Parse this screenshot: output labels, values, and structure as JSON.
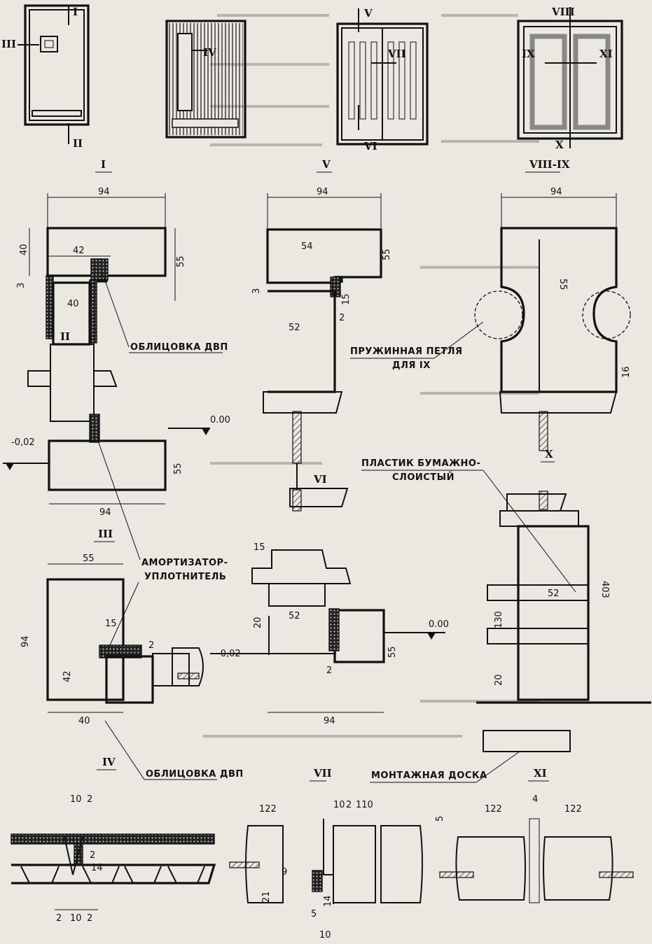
{
  "sections": {
    "s1": "I",
    "s2": "II",
    "s3": "III",
    "s4": "IV",
    "s5": "V",
    "s6": "VI",
    "s7": "VII",
    "s8": "VIII",
    "s9": "IX",
    "s10": "X",
    "s11": "XI",
    "s89": "VIII-IX"
  },
  "labels": {
    "facing_dvp_1": "ОБЛИЦОВКА ДВП",
    "facing_dvp_2": "ОБЛИЦОВКА ДВП",
    "shock_1": "АМОРТИЗАТОР-",
    "shock_2": "УПЛОТНИТЕЛЬ",
    "spring_1": "ПРУЖИННАЯ ПЕТЛЯ",
    "spring_2": "ДЛЯ IX",
    "plastic_1": "ПЛАСТИК БУМАЖНО-",
    "plastic_2": "СЛОИСТЫЙ",
    "board": "МОНТАЖНАЯ ДОСКА"
  },
  "dims": {
    "d94a": "94",
    "d94b": "94",
    "d94c": "94",
    "d94d": "94",
    "d94e": "94",
    "d94f": "94",
    "d42a": "42",
    "d42b": "42",
    "d40a": "40",
    "d40b": "40",
    "d40c": "40",
    "d55a": "55",
    "d55b": "55",
    "d55c": "55",
    "d55d": "55",
    "d55e": "55",
    "d55f": "55",
    "d54": "54",
    "d52a": "52",
    "d52b": "52",
    "d52c": "52",
    "d15a": "15",
    "d15b": "15",
    "d15c": "15",
    "d16": "16",
    "d3a": "3",
    "d3b": "3",
    "d20a": "20",
    "d20b": "20",
    "d2a": "2",
    "d2b": "2",
    "d2c": "2",
    "d130": "130",
    "d403": "403",
    "lvl0a": "0.00",
    "lvl0b": "0.00",
    "lvlma": "-0,02",
    "lvlmb": "-0,02",
    "d122a": "122",
    "d122b": "122",
    "d122c": "122",
    "d110": "110",
    "d10a": "10",
    "d10b": "10",
    "d10c": "10",
    "d10d": "10",
    "d2d": "2",
    "d2e": "2",
    "d2f": "2",
    "d2g": "2",
    "d14a": "14",
    "d14b": "14",
    "d21": "21",
    "d9": "9",
    "d5a": "5",
    "d5b": "5",
    "d4": "4",
    "d2h": "2"
  }
}
